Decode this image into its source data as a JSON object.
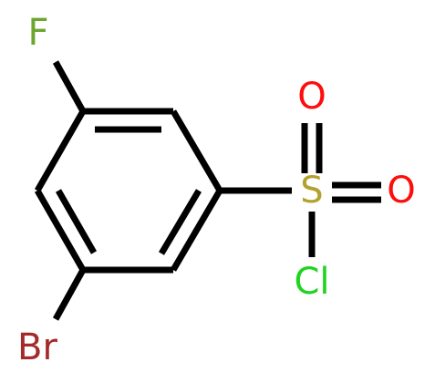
{
  "molecule": {
    "atoms": {
      "fluorine": {
        "label": "F",
        "color": "#6ca62f"
      },
      "bromine": {
        "label": "Br",
        "color": "#a52a2a"
      },
      "sulfur": {
        "label": "S",
        "color": "#b3a22b"
      },
      "oxygen_top": {
        "label": "O",
        "color": "#ff0d0d"
      },
      "oxygen_right": {
        "label": "O",
        "color": "#ff0d0d"
      },
      "chlorine": {
        "label": "Cl",
        "color": "#1fd41f"
      }
    },
    "bond_color": "#000000"
  }
}
